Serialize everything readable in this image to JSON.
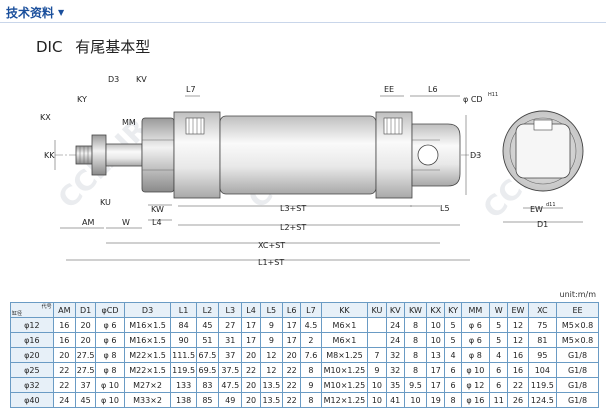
{
  "header": {
    "title": "技术资料"
  },
  "page": {
    "model": "DIC",
    "title": "有尾基本型"
  },
  "watermark": "CCLAIR",
  "drawing_labels": {
    "d3": "D3",
    "kv": "KV",
    "ky": "KY",
    "kx": "KX",
    "mm": "MM",
    "kk": "KK",
    "ku": "KU",
    "kw": "KW",
    "l4": "L4",
    "am": "AM",
    "w": "W",
    "l7": "L7",
    "ee": "EE",
    "l6": "L6",
    "cd": "φ CD",
    "cd_fit": "H11",
    "d3_right": "D3",
    "l5": "L5",
    "l3st": "L3+ST",
    "l2st": "L2+ST",
    "xcst": "XC+ST",
    "l1st": "L1+ST",
    "ew": "EW",
    "ew_fit": "d11",
    "d1": "D1"
  },
  "table": {
    "unit": "unit:m/m",
    "corner_top": "代号",
    "corner_bottom": "缸径",
    "headers": [
      "AM",
      "D1",
      "φCD",
      "D3",
      "L1",
      "L2",
      "L3",
      "L4",
      "L5",
      "L6",
      "L7",
      "KK",
      "KU",
      "KV",
      "KW",
      "KX",
      "KY",
      "MM",
      "W",
      "EW",
      "XC",
      "EE"
    ],
    "rows": [
      {
        "bore": "φ12",
        "cells": [
          "16",
          "20",
          "φ 6",
          "M16×1.5",
          "84",
          "45",
          "27",
          "17",
          "9",
          "17",
          "4.5",
          "M6×1",
          "",
          "24",
          "8",
          "10",
          "5",
          "φ 6",
          "5",
          "12",
          "75",
          "M5×0.8"
        ]
      },
      {
        "bore": "φ16",
        "cells": [
          "16",
          "20",
          "φ 6",
          "M16×1.5",
          "90",
          "51",
          "31",
          "17",
          "9",
          "17",
          "2",
          "M6×1",
          "",
          "24",
          "8",
          "10",
          "5",
          "φ 6",
          "5",
          "12",
          "81",
          "M5×0.8"
        ]
      },
      {
        "bore": "φ20",
        "cells": [
          "20",
          "27.5",
          "φ 8",
          "M22×1.5",
          "111.5",
          "67.5",
          "37",
          "20",
          "12",
          "20",
          "7.6",
          "M8×1.25",
          "7",
          "32",
          "8",
          "13",
          "4",
          "φ 8",
          "4",
          "16",
          "95",
          "G1/8"
        ]
      },
      {
        "bore": "φ25",
        "cells": [
          "22",
          "27.5",
          "φ 8",
          "M22×1.5",
          "119.5",
          "69.5",
          "37.5",
          "22",
          "12",
          "22",
          "8",
          "M10×1.25",
          "9",
          "32",
          "8",
          "17",
          "6",
          "φ 10",
          "6",
          "16",
          "104",
          "G1/8"
        ]
      },
      {
        "bore": "φ32",
        "cells": [
          "22",
          "37",
          "φ 10",
          "M27×2",
          "133",
          "83",
          "47.5",
          "20",
          "13.5",
          "22",
          "9",
          "M10×1.25",
          "10",
          "35",
          "9.5",
          "17",
          "6",
          "φ 12",
          "6",
          "22",
          "119.5",
          "G1/8"
        ]
      },
      {
        "bore": "φ40",
        "cells": [
          "24",
          "45",
          "φ 10",
          "M33×2",
          "138",
          "85",
          "49",
          "20",
          "13.5",
          "22",
          "8",
          "M12×1.25",
          "10",
          "41",
          "10",
          "19",
          "8",
          "φ 16",
          "11",
          "26",
          "124.5",
          "G1/8"
        ]
      }
    ]
  }
}
